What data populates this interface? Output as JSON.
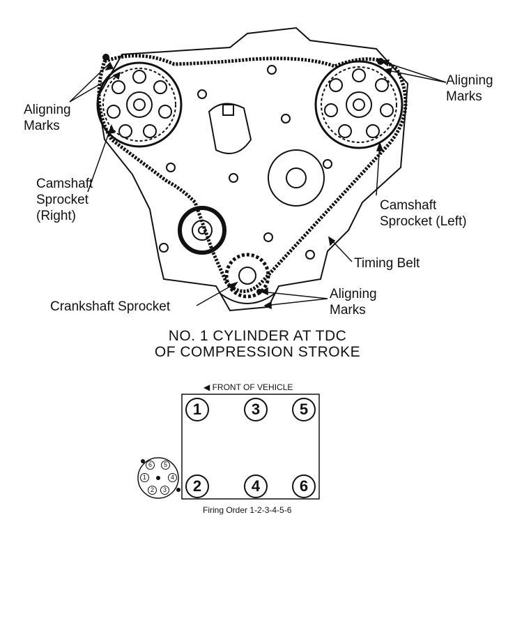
{
  "labels": {
    "aligning_marks_left": [
      "Aligning",
      "Marks"
    ],
    "aligning_marks_right": [
      "Aligning",
      "Marks"
    ],
    "camshaft_right": [
      "Camshaft",
      "Sprocket",
      "(Right)"
    ],
    "camshaft_left": [
      "Camshaft",
      "Sprocket (Left)"
    ],
    "timing_belt": "Timing Belt",
    "crankshaft": "Crankshaft Sprocket",
    "aligning_marks_bottom": [
      "Aligning",
      "Marks"
    ]
  },
  "caption": {
    "line1": "NO. 1 CYLINDER AT TDC",
    "line2": "OF COMPRESSION STROKE"
  },
  "firing": {
    "front_label": "FRONT OF VEHICLE",
    "front_arrow_icon": "arrow-left-icon",
    "order_label": "Firing Order 1-2-3-4-5-6",
    "cylinders_top": [
      "1",
      "3",
      "5"
    ],
    "cylinders_bottom": [
      "2",
      "4",
      "6"
    ],
    "distributor": [
      "6",
      "5",
      "1",
      "4",
      "2",
      "3"
    ]
  }
}
